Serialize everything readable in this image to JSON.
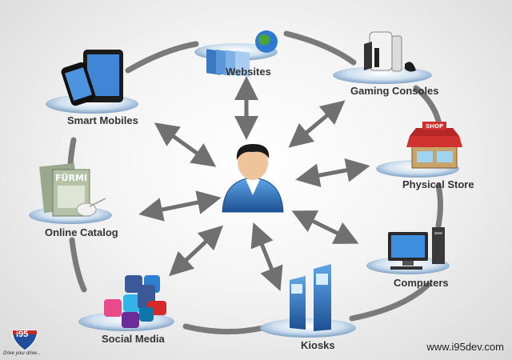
{
  "nodes": {
    "websites": "Websites",
    "gaming_consoles": "Gaming Consoles",
    "smart_mobiles": "Smart Mobiles",
    "physical_store": "Physical Store",
    "online_catalog": "Online Catalog",
    "computers": "Computers",
    "social_media": "Social Media",
    "kiosks": "Kiosks"
  },
  "images": {
    "store_sign": "SHOP",
    "catalog_cover": "FÜRMI",
    "brand_number": "i95",
    "brand_tagline": "Drive your drive..."
  },
  "footer_url": "www.i95dev.com",
  "colors": {
    "arrow": "#707070",
    "ring": "#7a7a7a",
    "accent_blue": "#1f5fa8"
  }
}
